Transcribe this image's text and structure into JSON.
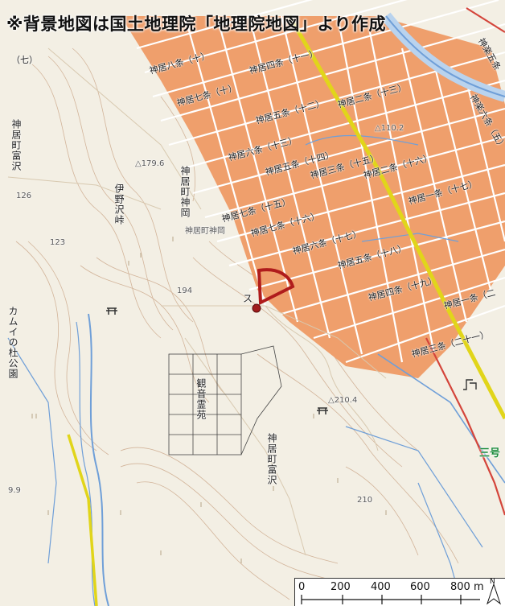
{
  "credit_text": "※背景地図は国土地理院「地理院地図」より作成",
  "labels": {
    "kamui_7": "（七）",
    "kamui_hachi_10": "神居八条（十）",
    "kamui_4_11": "神居四条（十一）",
    "kamui_7_10": "神居七条（十）",
    "kamui_5_12": "神居五条（十二）",
    "kamui_2_13": "神居二条（十三）",
    "kamui_6_13": "神居六条（十三）",
    "kamui_5_14": "神居五条（十四）",
    "kamui_3_15": "神居三条（十五）",
    "kamui_2_16": "神居二条（十六）",
    "kamui_7_15": "神居七条（十五）",
    "kamui_7_16": "神居七条（十六）",
    "kamui_6_17": "神居六条（十七）",
    "kamui_5_18": "神居五条（十八）",
    "kamui_1_17": "神居一条（十七）",
    "kamui_4_19": "神居四条（十九）",
    "kamui_1_20": "神居一条（二",
    "kamui_3_21": "神居三条（二十一）",
    "kamui_raku_6": "神楽六条（五）",
    "kamui_raku_5": "神楽五条",
    "kamui_cho_kamioka_v": "神居町神岡",
    "kamui_cho_kamioka_h": "神居町神岡",
    "kamui_cho_tomisawa_left": "神居町富沢",
    "kamui_cho_tomisawa_mid": "神居町富沢",
    "inosawa_toge": "伊野沢峠",
    "kamui_no_mori": "カムイの杜公園",
    "kannon_reien": "観音霊苑",
    "route_3": "三号",
    "sumi": "ス",
    "elev_179": "△179.6",
    "elev_110": "△110.2",
    "elev_210_4": "△210.4",
    "elev_194": "194",
    "elev_126": "126",
    "elev_123": "123",
    "elev_210": "210",
    "elev_99": "9.9"
  },
  "scale": {
    "ticks": [
      "0",
      "200",
      "400",
      "600",
      "800 m"
    ],
    "north": "N"
  },
  "colors": {
    "background": "#f3efe4",
    "building": "#ef9f6c",
    "road_main": "#f2e41a",
    "water": "#6f9fd8",
    "rail": "#d4453b",
    "contour": "#caa98c",
    "marker": "#b01c1c"
  },
  "icons": [
    "shrine-icon",
    "temple-icon",
    "location-marker-icon",
    "north-arrow-icon"
  ]
}
